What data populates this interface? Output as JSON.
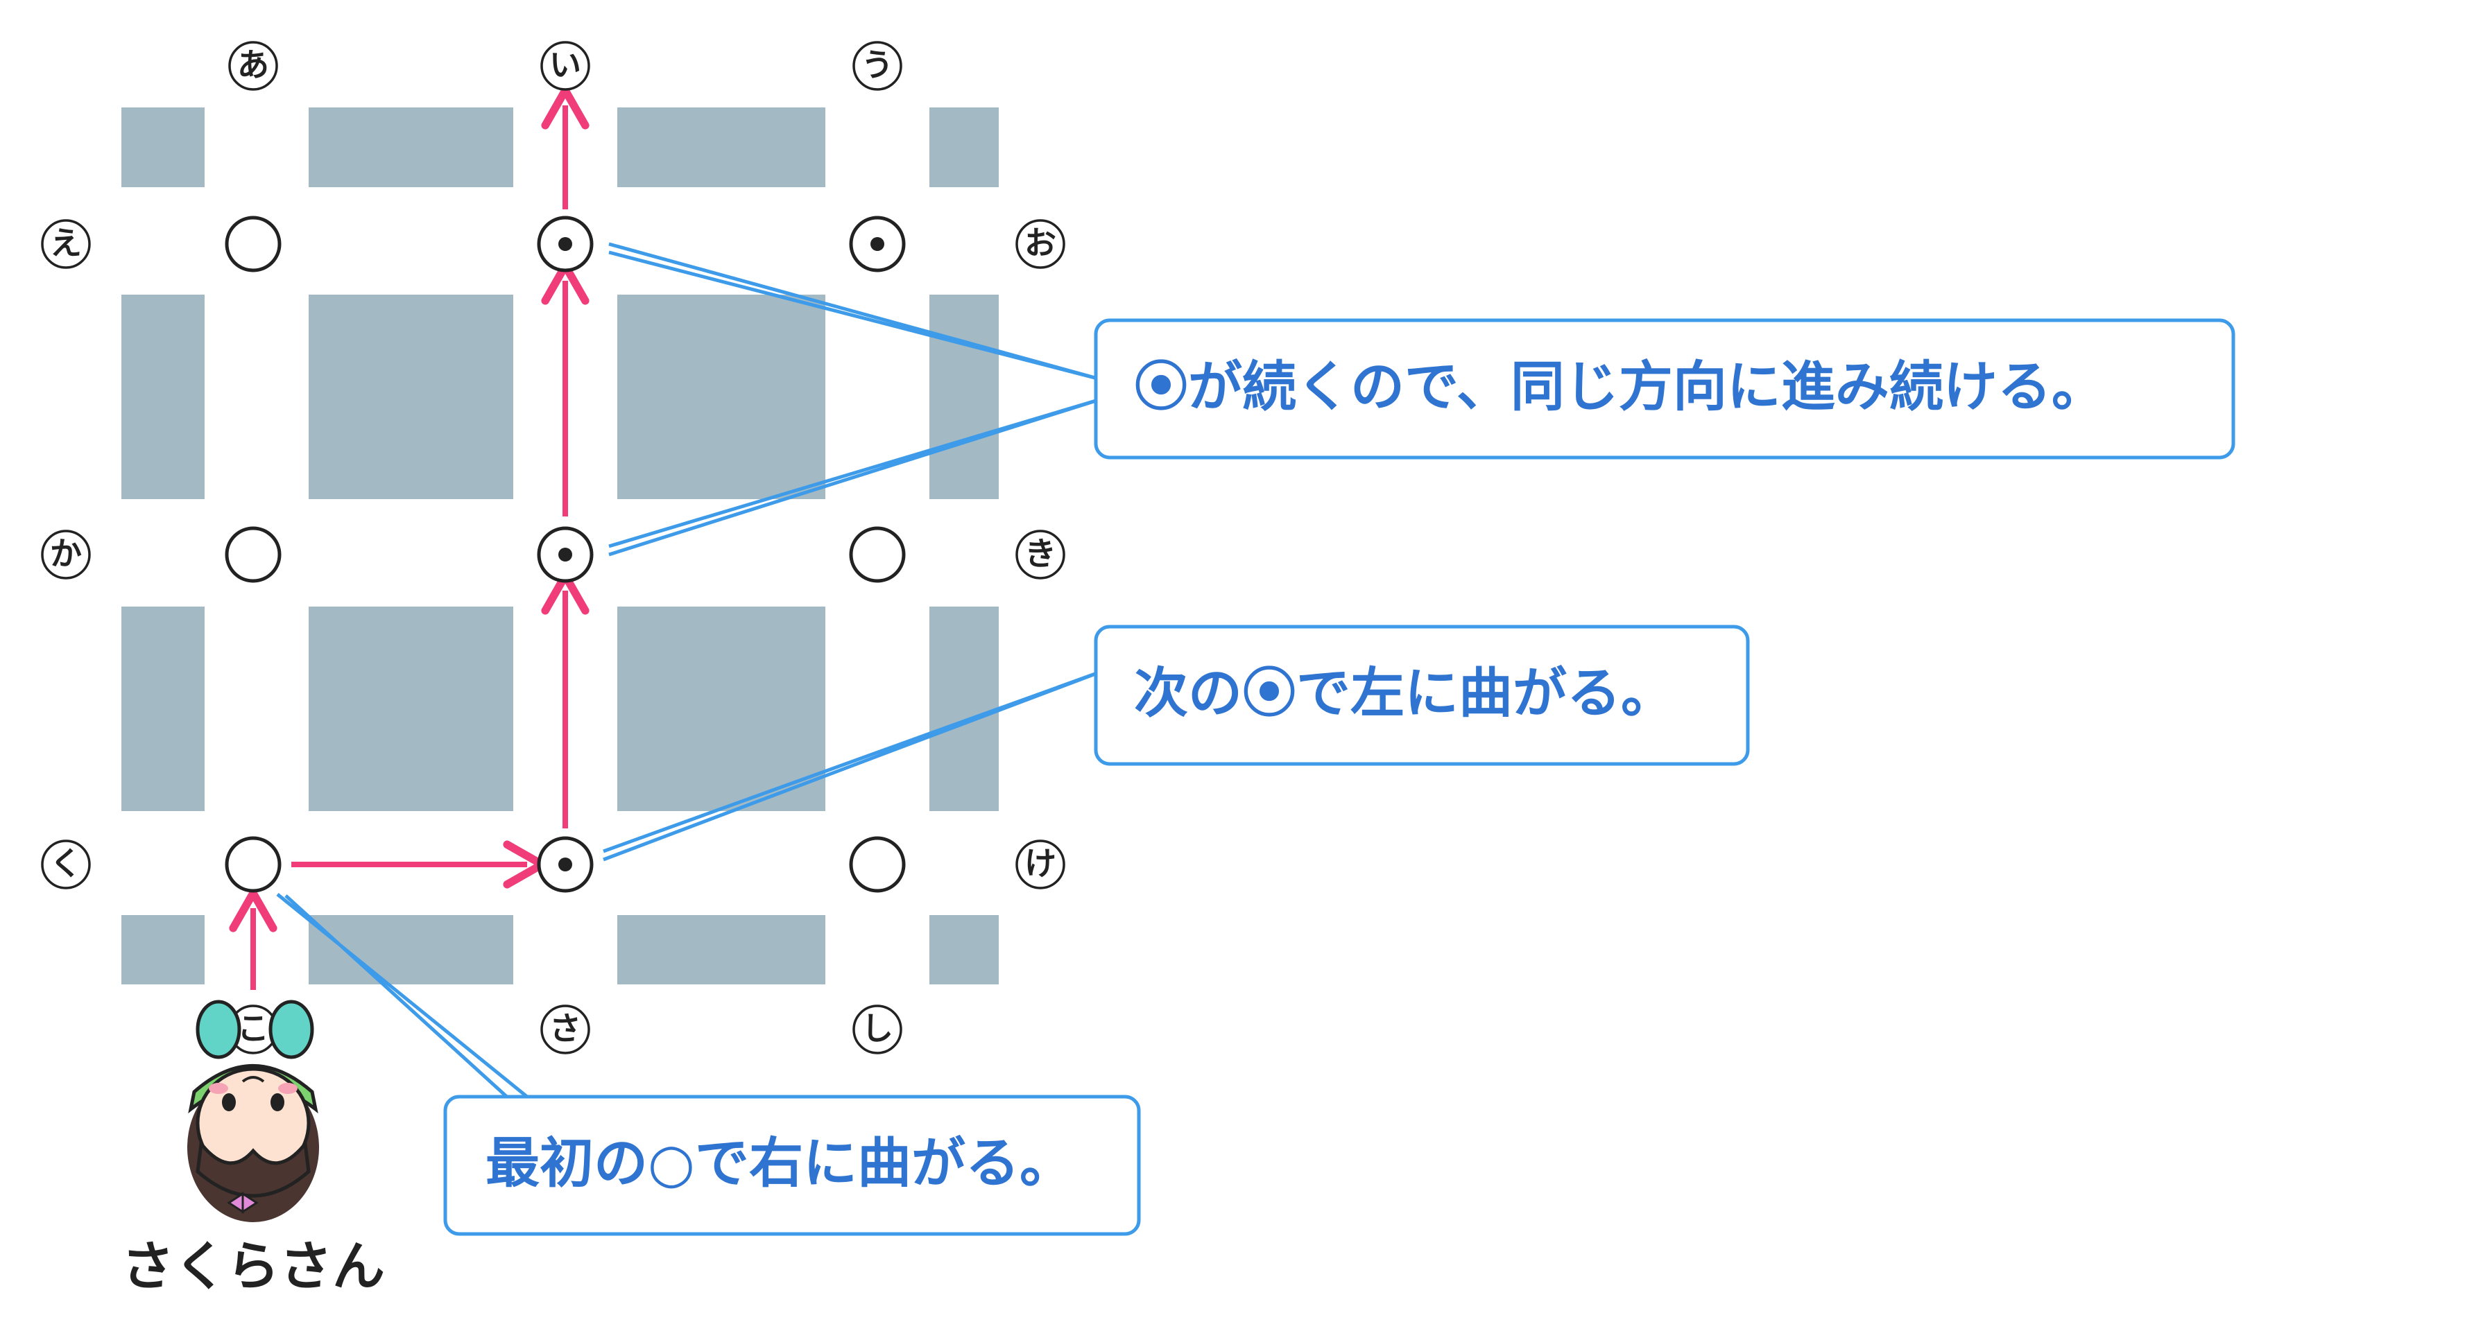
{
  "colors": {
    "block": "#a3b9c4",
    "arrow": "#f03c78",
    "callout": "#3d9be9",
    "callout_text": "#2f74d0",
    "ink": "#222222"
  },
  "labels": {
    "top": [
      "あ",
      "い",
      "う"
    ],
    "left": [
      "え",
      "か",
      "く"
    ],
    "right": [
      "お",
      "き",
      "け"
    ],
    "bottom": [
      "こ",
      "さ",
      "し"
    ]
  },
  "nodes": [
    {
      "row": 0,
      "col": 0,
      "mark": "○"
    },
    {
      "row": 0,
      "col": 1,
      "mark": "⦿"
    },
    {
      "row": 0,
      "col": 2,
      "mark": "⦿"
    },
    {
      "row": 1,
      "col": 0,
      "mark": "○"
    },
    {
      "row": 1,
      "col": 1,
      "mark": "⦿"
    },
    {
      "row": 1,
      "col": 2,
      "mark": "○"
    },
    {
      "row": 2,
      "col": 0,
      "mark": "○"
    },
    {
      "row": 2,
      "col": 1,
      "mark": "⦿"
    },
    {
      "row": 2,
      "col": 2,
      "mark": "○"
    }
  ],
  "callouts": {
    "continue": "⦿が続くので、同じ方向に進み続ける。",
    "left_turn": "次の⦿で左に曲がる。",
    "right_turn": "最初の○で右に曲がる。"
  },
  "character": {
    "name": "さくらさん",
    "icon": "girl-face-icon"
  }
}
